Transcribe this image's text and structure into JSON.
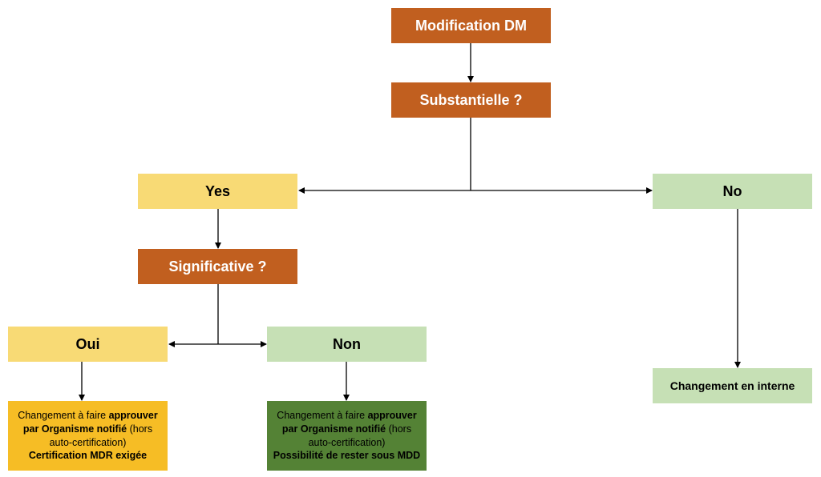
{
  "nodes": {
    "modification": "Modification DM",
    "substantielle": "Substantielle ?",
    "yes": "Yes",
    "no": "No",
    "significative": "Significative ?",
    "oui": "Oui",
    "non": "Non",
    "changement_interne": "Changement en interne"
  },
  "oui_result": {
    "line1_plain": "Changement à faire ",
    "line1_bold": "approuver",
    "line2_bold": "par Organisme notifié",
    "line2_plain": " (hors",
    "line3": "auto-certification)",
    "line4_bold": "Certification MDR exigée"
  },
  "non_result": {
    "line1_plain": "Changement à faire ",
    "line1_bold": "approuver",
    "line2_bold": "par Organisme notifié",
    "line2_plain": " (hors",
    "line3": "auto-certification)",
    "line4_bold": "Possibilité de rester sous MDD"
  },
  "colors": {
    "brown": "#c15f1f",
    "yellow": "#f8da75",
    "light_green": "#c6e0b5",
    "orange": "#f6bd25",
    "dark_green": "#548235"
  }
}
